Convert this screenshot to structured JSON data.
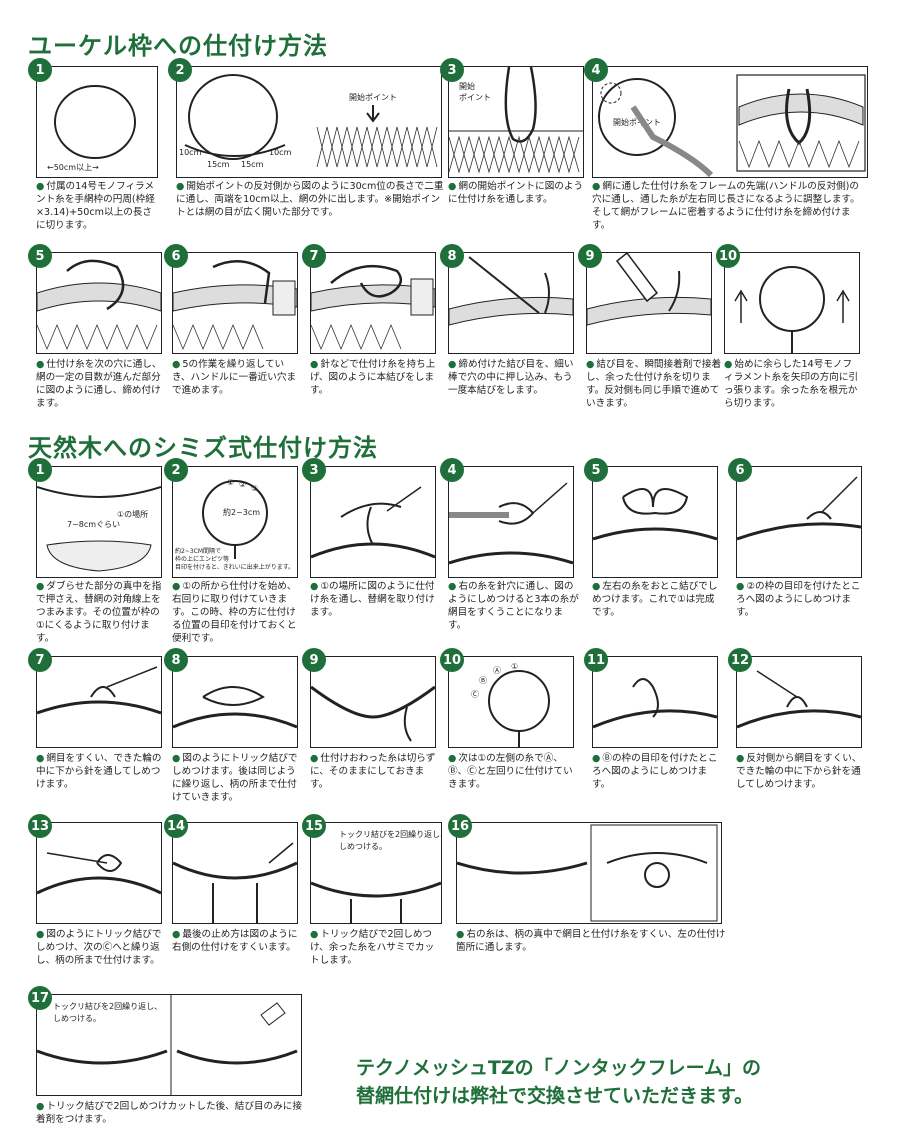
{
  "section1": {
    "title": "ユーケル枠への仕付け方法",
    "steps": [
      {
        "num": "1",
        "caption": "付属の14号モノフィラメント糸を手網枠の円周(枠経×3.14)+50cm以上の長さに切ります。",
        "labels": [
          "←50cm以上→"
        ]
      },
      {
        "num": "2",
        "caption": "開始ポイントの反対側から図のように30cm位の長さで二重に通し、両端を10cm以上、網の外に出します。※開始ポイントとは網の目が広く開いた部分です。",
        "labels": [
          "10cm",
          "15cm",
          "15cm",
          "10cm",
          "開始ポイント"
        ]
      },
      {
        "num": "3",
        "caption": "網の開始ポイントに図のように仕付け糸を通します。",
        "labels": [
          "開始",
          "ポイント"
        ]
      },
      {
        "num": "4",
        "caption": "網に通した仕付け糸をフレームの先端(ハンドルの反対側)の穴に通し、通した糸が左右同じ長さになるように調整します。そして網がフレームに密着するように仕付け糸を締め付けます。",
        "labels": [
          "開始ポイント"
        ]
      },
      {
        "num": "5",
        "caption": "仕付け糸を次の穴に通し、網の一定の目数が進んだ部分に図のように通し、締め付けます。",
        "labels": []
      },
      {
        "num": "6",
        "caption": "5の作業を繰り返していき、ハンドルに一番近い穴まで進めます。",
        "labels": []
      },
      {
        "num": "7",
        "caption": "針などで仕付け糸を持ち上げ、図のように本結びをします。",
        "labels": []
      },
      {
        "num": "8",
        "caption": "締め付けた結び目を、細い棒で穴の中に押し込み、もう一度本結びをします。",
        "labels": []
      },
      {
        "num": "9",
        "caption": "結び目を、瞬間接着剤で接着し、余った仕付け糸を切ります。反対側も同じ手順で進めていきます。",
        "labels": []
      },
      {
        "num": "10",
        "caption": "始めに余らした14号モノフィラメント糸を矢印の方向に引っ張ります。余った糸を根元から切ります。",
        "labels": []
      }
    ]
  },
  "section2": {
    "title": "天然木へのシミズ式仕付け方法",
    "steps": [
      {
        "num": "1",
        "caption": "ダブらせた部分の真中を指で押さえ、替網の対角線上をつまみます。その位置が枠の①にくるように取り付けます。",
        "labels": [
          "7~8cmぐらい",
          "①の場所"
        ]
      },
      {
        "num": "2",
        "caption": "①の所から仕付けを始め、右回りに取り付けていきます。この時、枠の方に仕付ける位置の目印を付けておくと便利です。",
        "labels": [
          "①",
          "②",
          "③",
          "約2~3cm",
          "約2~3CM間隔で",
          "枠の上にエンピツ等",
          "目印を付けると、きれいに出来上がります。"
        ]
      },
      {
        "num": "3",
        "caption": "①の場所に図のように仕付け糸を通し、替網を取り付けます。",
        "labels": []
      },
      {
        "num": "4",
        "caption": "右の糸を針穴に通し、図のようにしめつけると3本の糸が網目をすくうことになります。",
        "labels": []
      },
      {
        "num": "5",
        "caption": "左右の糸をおとこ結びでしめつけます。これで①は完成です。",
        "labels": []
      },
      {
        "num": "6",
        "caption": "②の枠の目印を付けたところへ図のようにしめつけます。",
        "labels": []
      },
      {
        "num": "7",
        "caption": "網目をすくい、できた輪の中に下から針を通してしめつけます。",
        "labels": []
      },
      {
        "num": "8",
        "caption": "図のようにトリック結びでしめつけます。後は同じように繰り返し、柄の所まで仕付けていきます。",
        "labels": []
      },
      {
        "num": "9",
        "caption": "仕付けおわった糸は切らずに、そのままにしておきます。",
        "labels": []
      },
      {
        "num": "10",
        "caption": "次は①の左側の糸でⒶ、Ⓑ、Ⓒと左回りに仕付けていきます。",
        "labels": [
          "Ⓐ",
          "①",
          "Ⓑ",
          "Ⓒ"
        ]
      },
      {
        "num": "11",
        "caption": "Ⓑの枠の目印を付けたところへ図のようにしめつけます。",
        "labels": []
      },
      {
        "num": "12",
        "caption": "反対側から網目をすくい、できた輪の中に下から針を通してしめつけます。",
        "labels": []
      },
      {
        "num": "13",
        "caption": "図のようにトリック結びでしめつけ、次のⒸへと繰り返し、柄の所まで仕付けます。",
        "labels": []
      },
      {
        "num": "14",
        "caption": "最後の止め方は図のように右側の仕付けをすくいます。",
        "labels": []
      },
      {
        "num": "15",
        "caption": "トリック結びで2回しめつけ、余った糸をハサミでカットします。",
        "labels": [
          "トックリ結びを2回繰り返し、",
          "しめつける。"
        ]
      },
      {
        "num": "16",
        "caption": "右の糸は、柄の真中で網目と仕付け糸をすくい、左の仕付け箇所に通します。",
        "labels": []
      },
      {
        "num": "17",
        "caption": "トリック結びで2回しめつけカットした後、結び目のみに接着剤をつけます。",
        "labels": [
          "トックリ結びを2回繰り返し、",
          "しめつける。"
        ]
      }
    ]
  },
  "footer": {
    "line1": "テクノメッシュTZの「ノンタックフレーム」の",
    "line2": "替網仕付けは弊社で交換させていただきます。"
  },
  "colors": {
    "accent": "#1f6f3a",
    "ink": "#222222"
  }
}
